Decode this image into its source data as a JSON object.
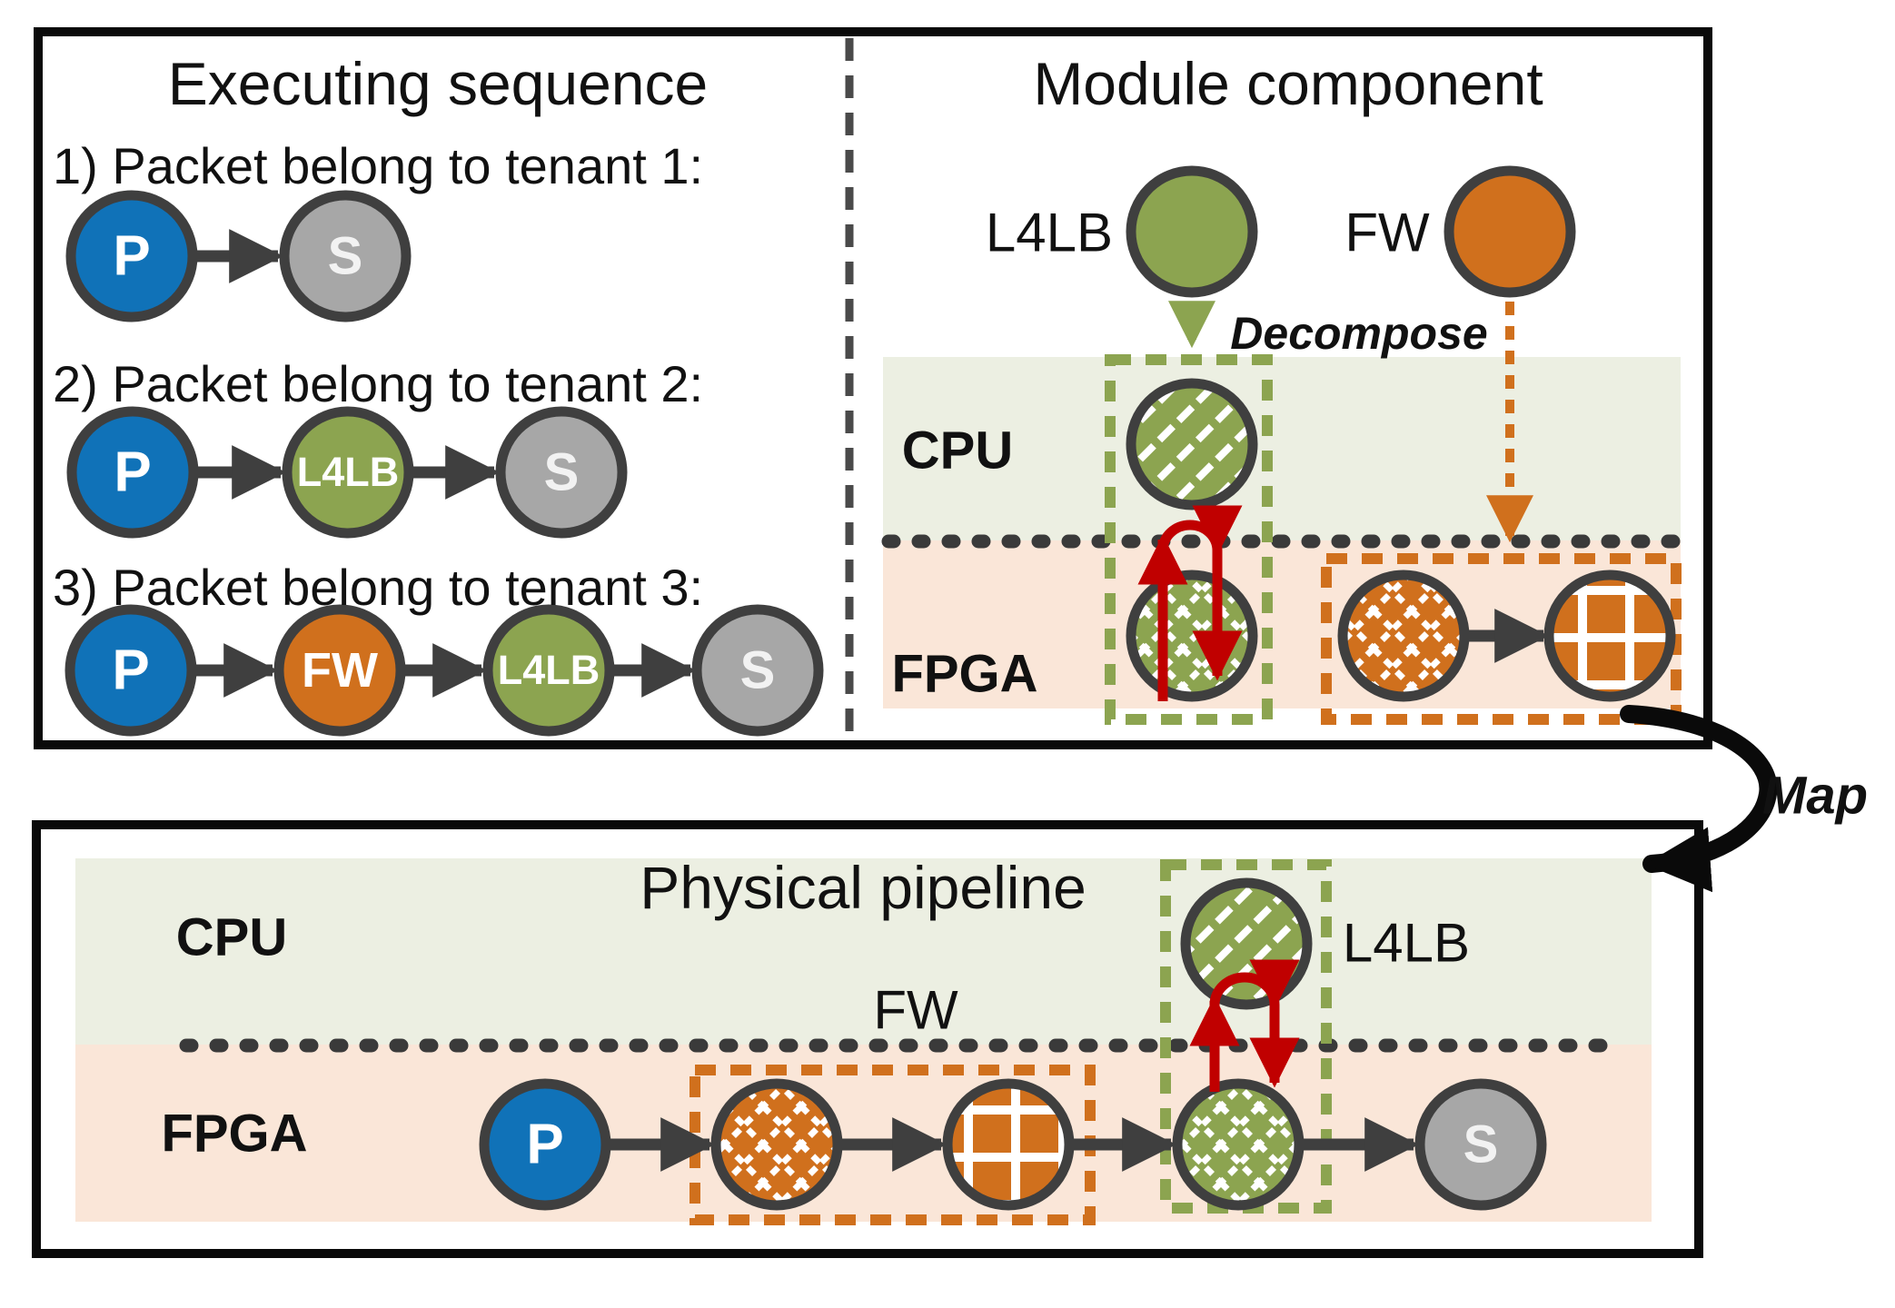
{
  "executing_sequence": {
    "title": "Executing sequence",
    "rows": [
      {
        "label": "1) Packet belong to tenant 1:",
        "nodes": [
          "P",
          "S"
        ]
      },
      {
        "label": "2) Packet belong to tenant 2:",
        "nodes": [
          "P",
          "L4LB",
          "S"
        ]
      },
      {
        "label": "3) Packet belong to tenant 3:",
        "nodes": [
          "P",
          "FW",
          "L4LB",
          "S"
        ]
      }
    ]
  },
  "module_component": {
    "title": "Module component",
    "l4lb_label": "L4LB",
    "fw_label": "FW",
    "decompose_label": "Decompose",
    "cpu_label": "CPU",
    "fpga_label": "FPGA"
  },
  "map_label": "Map",
  "physical_pipeline": {
    "title": "Physical pipeline",
    "cpu_label": "CPU",
    "fpga_label": "FPGA",
    "fw_label": "FW",
    "l4lb_label": "L4LB",
    "p_label": "P",
    "s_label": "S"
  },
  "colors": {
    "packet_blue": "#1072B8",
    "l4lb_green": "#8CA450",
    "fw_orange": "#D0701D",
    "sink_gray": "#A7A7A7",
    "cpu_zone_bg": "#ECEFE2",
    "fpga_zone_bg": "#FAE6D8",
    "feedback_red": "#C00000",
    "edge_gray": "#3F3F3F"
  }
}
